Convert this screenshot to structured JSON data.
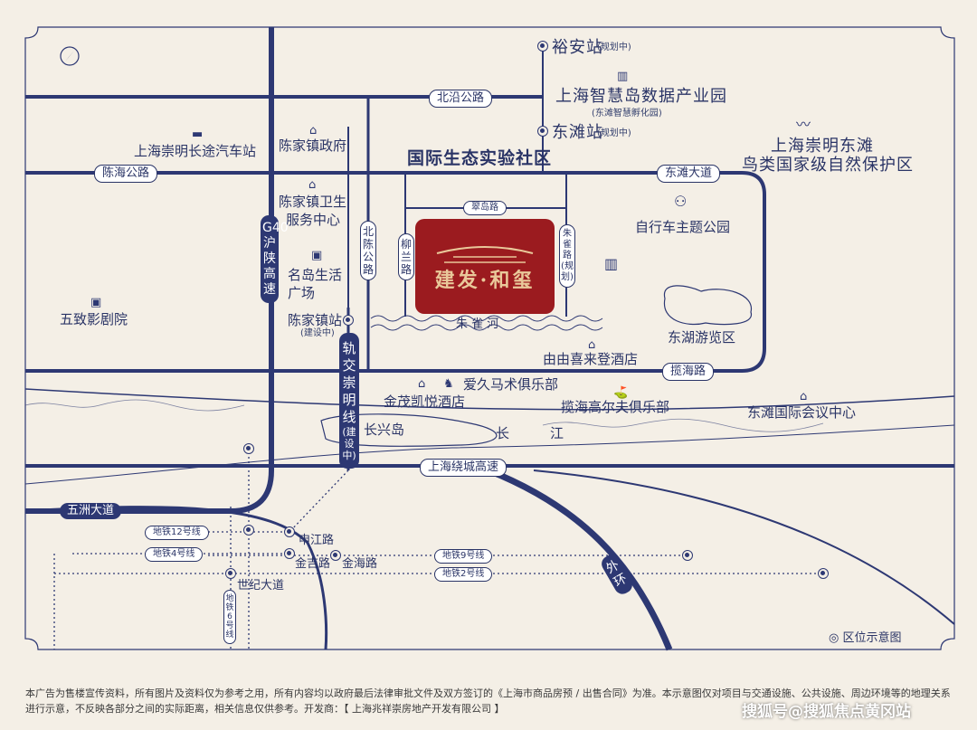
{
  "places": {
    "yuan_station": "裕安站",
    "yuan_note": "(规划中)",
    "north_highway": "北沿公路",
    "smart_island": "上海智慧岛数据产业园",
    "smart_island_sub": "(东滩智慧孵化园)",
    "dongtan_station": "东滩站",
    "dongtan_note": "(规划中)",
    "chongming_bus": "上海崇明长途汽车站",
    "chenjia_gov": "陈家镇政府",
    "eco_community": "国际生态实验社区",
    "dongtan_reserve_1": "上海崇明东滩",
    "dongtan_reserve_2": "鸟类国家级自然保护区",
    "chenhai_road": "陈海公路",
    "dongtan_avenue": "东滩大道",
    "chenjia_health_1": "陈家镇卫生",
    "chenjia_health_2": "服务中心",
    "cuidao_road": "翠岛路",
    "bike_park": "自行车主题公园",
    "g40": "G40沪陕高速",
    "beichen_road": "北陈公路",
    "liulan_road": "柳兰路",
    "zhuque_road": "朱雀路(规划)",
    "mingdao": "名岛生活广场",
    "cinema": "五致影剧院",
    "chenjia_station": "陈家镇站",
    "chenjia_station_note": "(建设中)",
    "zhuque_river": "朱 雀 河",
    "donghu": "东湖游览区",
    "metro_chongming": "轨交崇明线",
    "metro_chongming_note": "(建设中)",
    "youyou_hotel": "由由喜来登酒店",
    "lanhai_road": "揽海路",
    "polo": "爱久马术俱乐部",
    "jinmao": "金茂凯悦酒店",
    "golf": "揽海高尔夫俱乐部",
    "conference": "东滩国际会议中心",
    "changxing": "长兴岛",
    "yangtze_1": "长",
    "yangtze_2": "江",
    "ring_highway": "上海绕城高速",
    "wuzhou": "五洲大道",
    "line12": "地铁12号线",
    "line4": "地铁4号线",
    "shenjiang": "申江路",
    "line9": "地铁9号线",
    "jinji": "金吉路",
    "jinhai": "金海路",
    "line2": "地铁2号线",
    "century": "世纪大道",
    "line6": "地铁6号线",
    "outer_ring": "外环"
  },
  "project": {
    "name": "建发·和玺"
  },
  "legend": "区位示意图",
  "footer": "本广告为售楼宣传资料，所有图片及资料仅为参考之用，所有内容均以政府最后法律审批文件及双方签订的《上海市商品房预 / 出售合同》为准。本示意图仅对项目与交通设施、公共设施、周边环境等的地理关系进行示意，不反映各部分之间的实际距离，相关信息仅供参考。开发商：【 上海兆祥崇房地产开发有限公司 】",
  "watermark": "搜狐号@搜狐焦点黄冈站",
  "colors": {
    "background": "#f4efe6",
    "road": "#2d3873",
    "project": "#9b1b1f",
    "project_text": "#e9c89a"
  }
}
